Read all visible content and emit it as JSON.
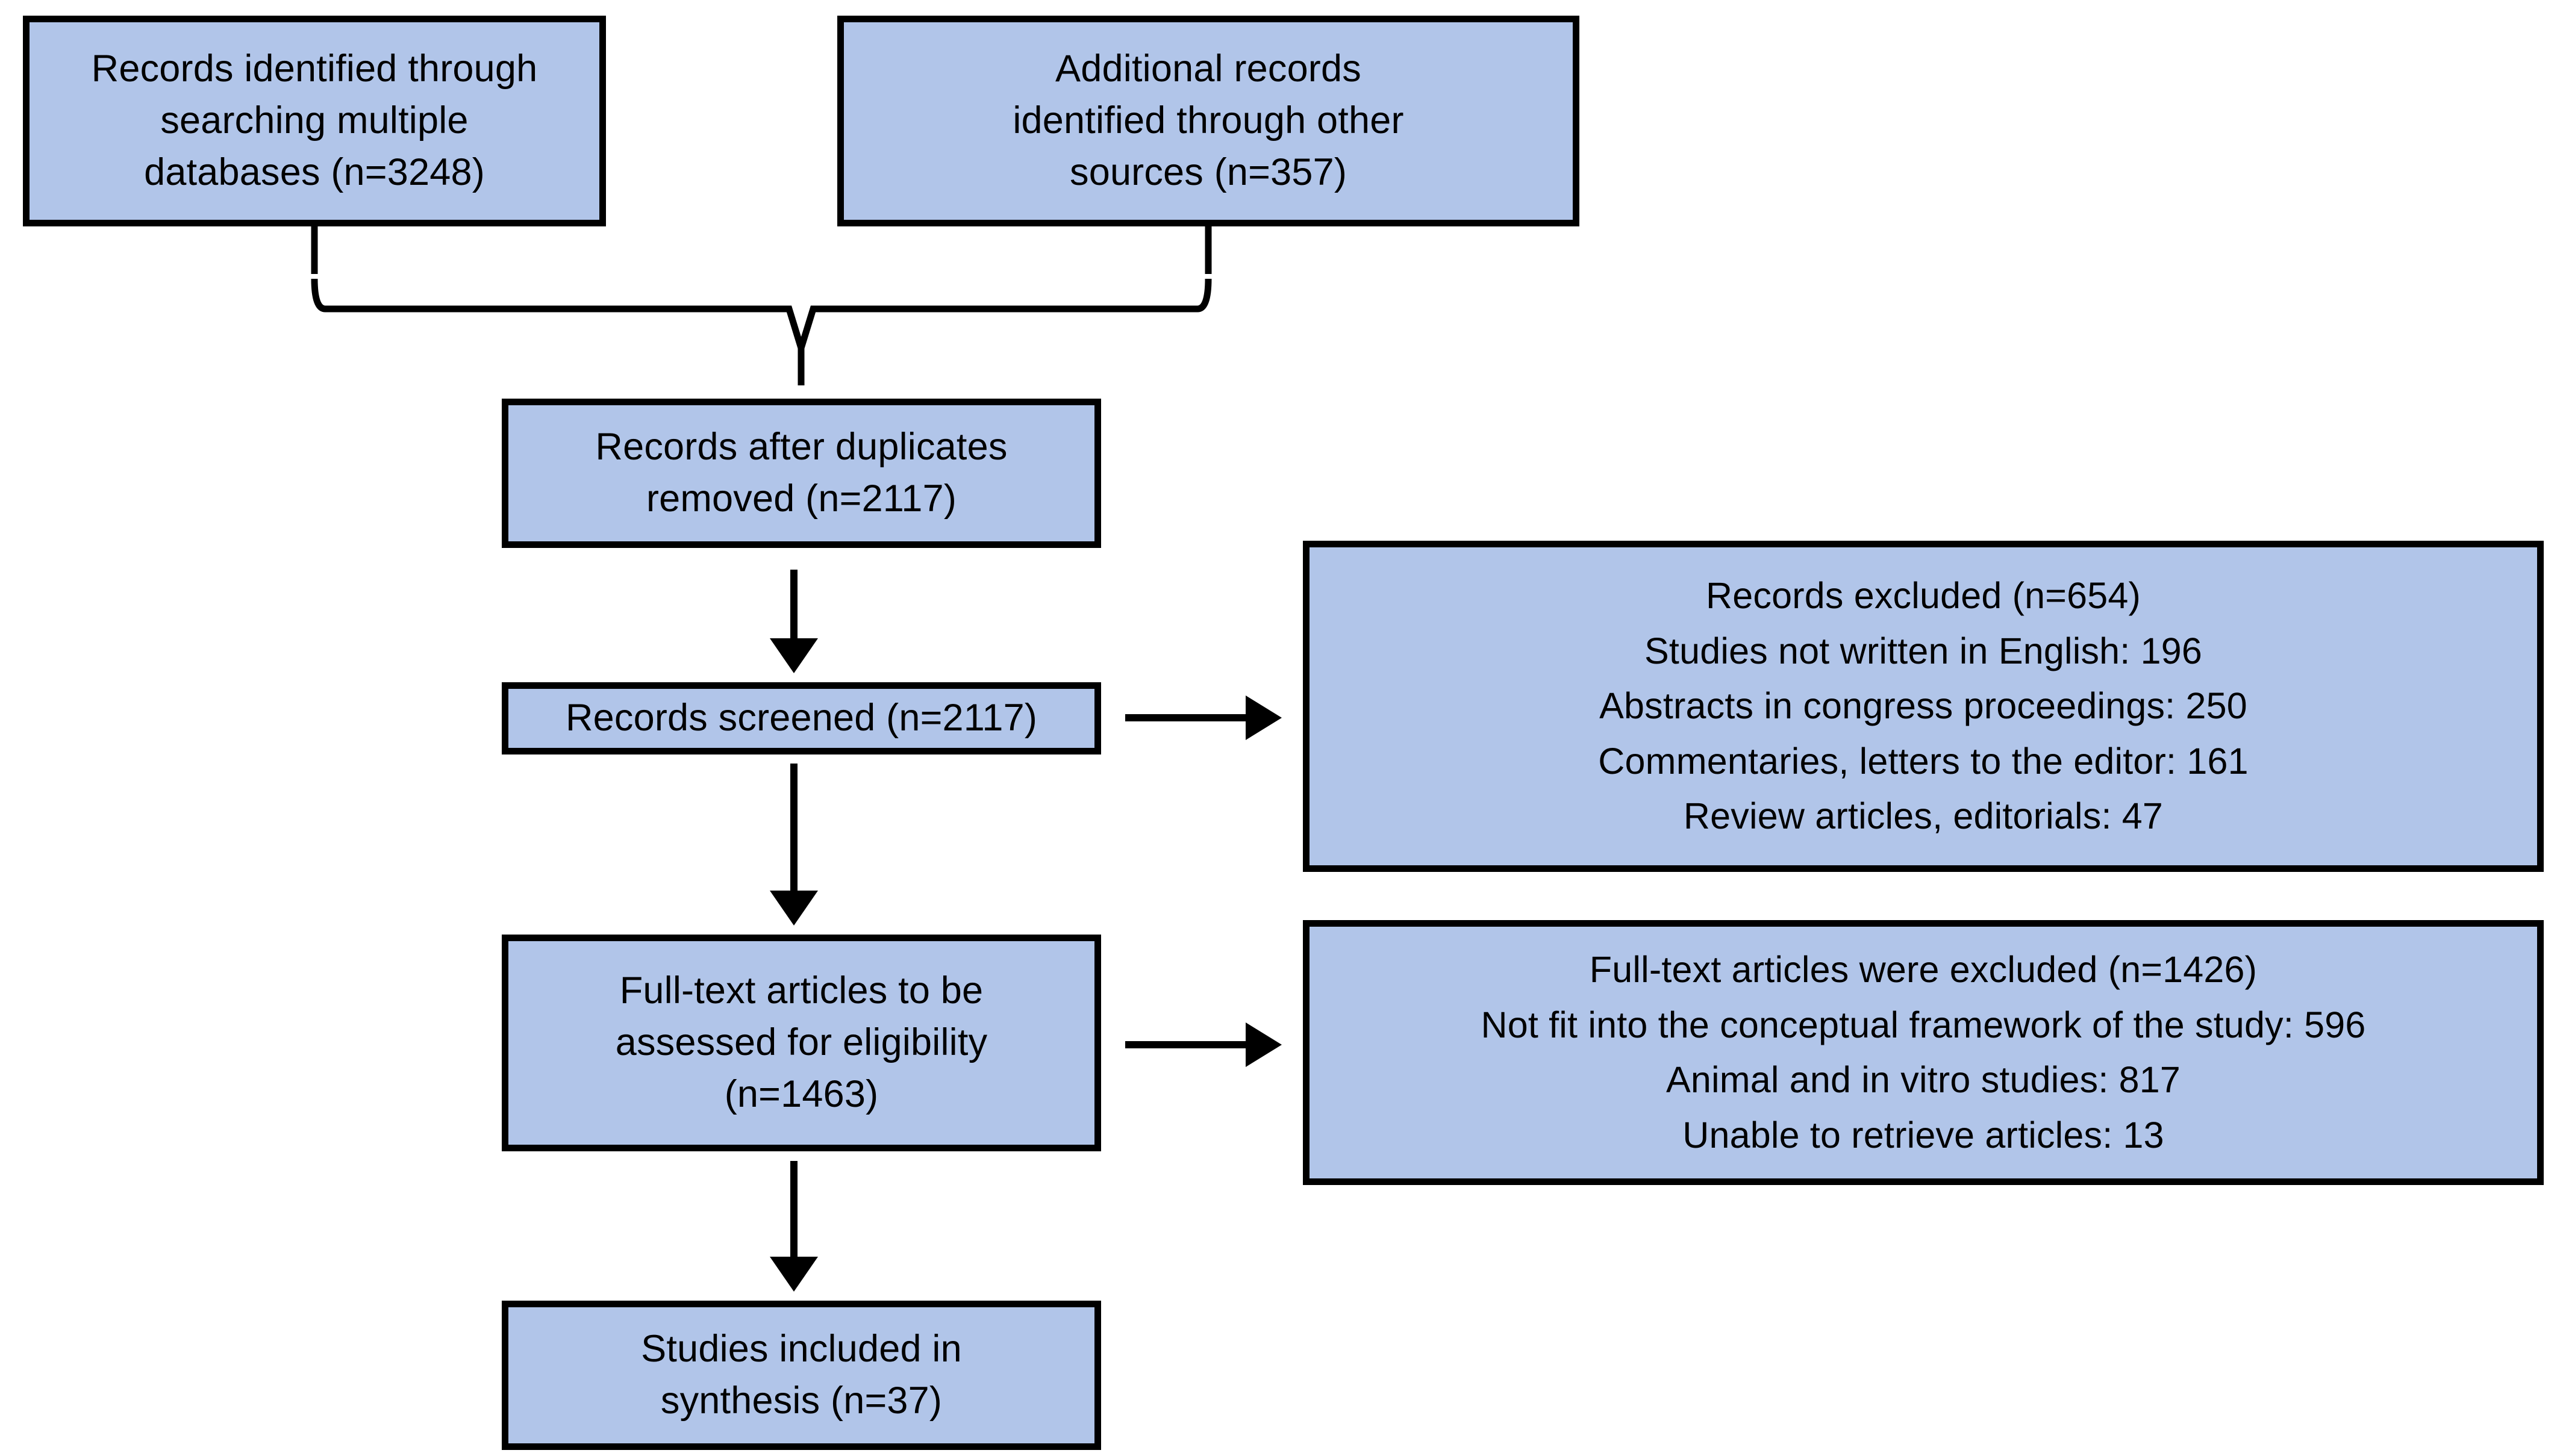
{
  "diagram": {
    "type": "prisma-flow-diagram",
    "background": "#ffffff",
    "box_fill": "#b1c5e9",
    "box_border": "#000000",
    "text_color": "#000000"
  },
  "nodes": {
    "databases": {
      "lines": [
        "Records identified through",
        "searching multiple",
        "databases (n=3248)"
      ],
      "count": 3248
    },
    "other_sources": {
      "lines": [
        "Additional records",
        "identified through other",
        "sources (n=357)"
      ],
      "count": 357
    },
    "duplicates_removed": {
      "lines": [
        "Records after duplicates",
        "removed (n=2117)"
      ],
      "count": 2117
    },
    "screened": {
      "lines": [
        "Records screened (n=2117)"
      ],
      "count": 2117
    },
    "records_excluded": {
      "lines": [
        "Records excluded (n=654)",
        "Studies not written in English: 196",
        "Abstracts in congress proceedings:  250",
        "Commentaries, letters to the editor: 161",
        "Review articles, editorials: 47"
      ],
      "count": 654,
      "reasons": [
        {
          "label": "Studies not written in English",
          "value": 196
        },
        {
          "label": "Abstracts in congress proceedings",
          "value": 250
        },
        {
          "label": "Commentaries, letters to the editor",
          "value": 161
        },
        {
          "label": "Review articles, editorials",
          "value": 47
        }
      ]
    },
    "fulltext_assessed": {
      "lines": [
        "Full-text articles to be",
        "assessed for eligibility",
        "(n=1463)"
      ],
      "count": 1463
    },
    "fulltext_excluded": {
      "lines": [
        "Full-text articles were excluded (n=1426)",
        "Not fit into the conceptual framework of the study: 596",
        "Animal and in vitro studies: 817",
        "Unable to retrieve articles: 13"
      ],
      "count": 1426,
      "reasons": [
        {
          "label": "Not fit into the conceptual framework of the study",
          "value": 596
        },
        {
          "label": "Animal and in vitro studies",
          "value": 817
        },
        {
          "label": "Unable to retrieve articles",
          "value": 13
        }
      ]
    },
    "included": {
      "lines": [
        "Studies included in",
        "synthesis (n=37)"
      ],
      "count": 37
    }
  }
}
